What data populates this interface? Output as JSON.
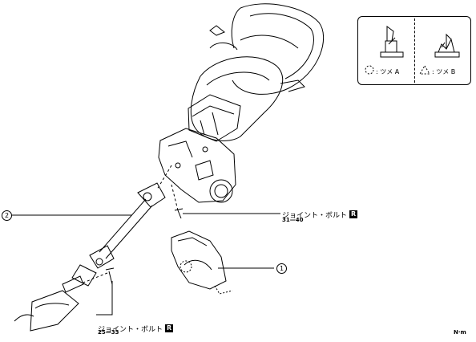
{
  "callouts": {
    "part1": "1",
    "part2": "2"
  },
  "bolts": [
    {
      "label": "ジョイント・ボルト",
      "badge": "R",
      "torque": "31—40"
    },
    {
      "label": "ジョイント・ボルト",
      "badge": "R",
      "torque": "25—33"
    }
  ],
  "legend": {
    "claw_a": ": ツメ A",
    "claw_b": ": ツメ B"
  },
  "unit": "N·m"
}
